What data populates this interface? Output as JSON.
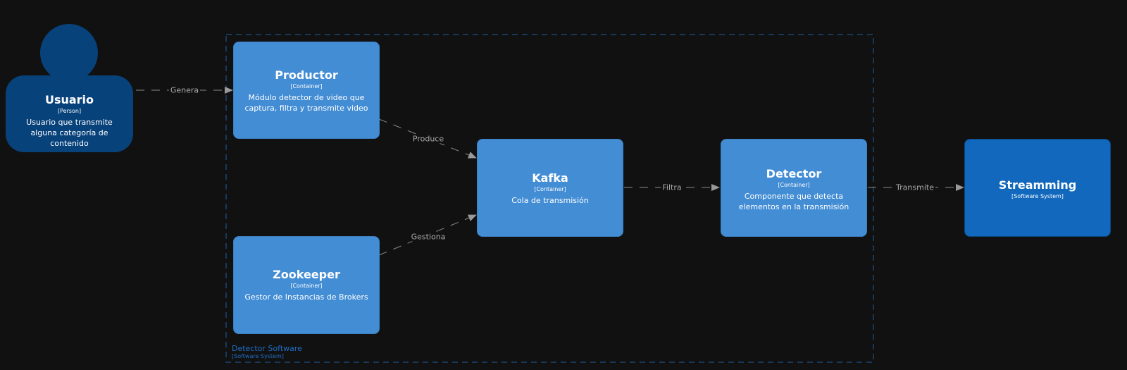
{
  "person": {
    "title": "Usuario",
    "tag": "[Person]",
    "description": "Usuario que transmite alguna categoría de contenido"
  },
  "boundary": {
    "title": "Detector Software",
    "tag": "[Software System]"
  },
  "containers": {
    "productor": {
      "title": "Productor",
      "tag": "[Container]",
      "description": "Módulo detector de video que captura, filtra y transmite video"
    },
    "zookeeper": {
      "title": "Zookeeper",
      "tag": "[Container]",
      "description": "Gestor de Instancias de Brokers"
    },
    "kafka": {
      "title": "Kafka",
      "tag": "[Container]",
      "description": "Cola de transmisión"
    },
    "detector": {
      "title": "Detector",
      "tag": "[Container]",
      "description": "Componente que detecta elementos en la transmisión"
    }
  },
  "external": {
    "title": "Streamming",
    "tag": "[Software System]"
  },
  "relations": {
    "genera": "Genera",
    "produce": "Produce",
    "gestiona": "Gestiona",
    "filtra": "Filtra",
    "transmite": "Transmite"
  },
  "colors": {
    "background": "#111111",
    "person": "#08427b",
    "container": "#438dd5",
    "software_system": "#1168bd",
    "boundary": "#1f6fc5",
    "relation": "#8a8a8a"
  }
}
